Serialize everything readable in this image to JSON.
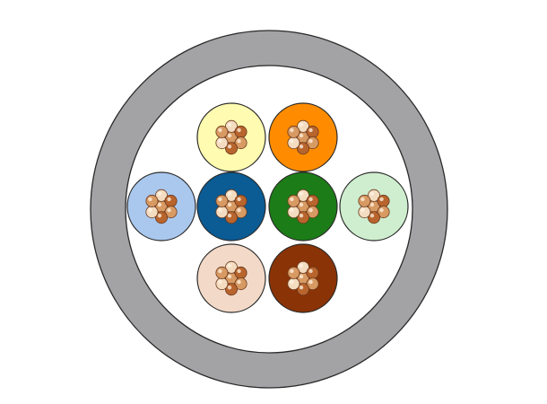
{
  "diagram": {
    "jacket": {
      "color": "#a3a3a6",
      "inner_color": "#ffffff",
      "outline": "#2a2a2a"
    },
    "conductor_palette": {
      "core_light": "#f4dcc0",
      "core_mid": "#d89a63",
      "core_dark": "#b8642d",
      "core_outline": "#6a3a1f"
    },
    "wires": [
      {
        "id": "white-yellow",
        "color": "#fffbb0"
      },
      {
        "id": "orange",
        "color": "#ff8c00"
      },
      {
        "id": "light-blue",
        "color": "#aac8ee"
      },
      {
        "id": "blue",
        "color": "#0b5b94"
      },
      {
        "id": "green",
        "color": "#1c7c17"
      },
      {
        "id": "light-green",
        "color": "#cfeecf"
      },
      {
        "id": "light-beige",
        "color": "#f3d9c8"
      },
      {
        "id": "brown",
        "color": "#8a3306"
      }
    ]
  }
}
